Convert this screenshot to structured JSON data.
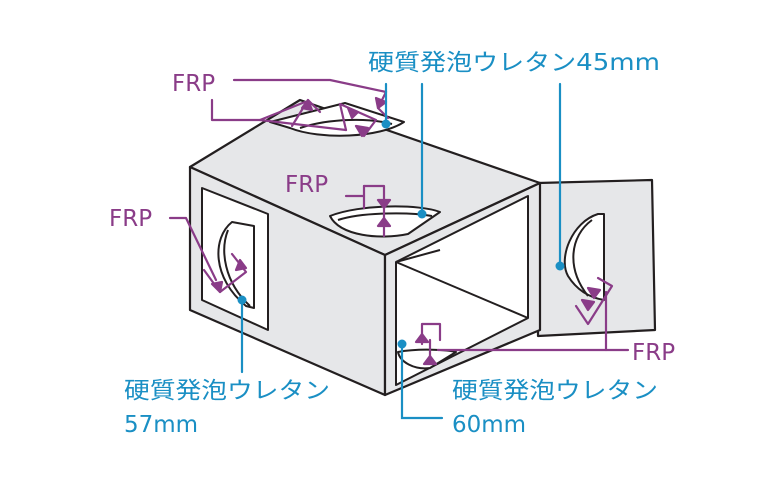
{
  "labels": {
    "frp_top": "FRP",
    "frp_mid": "FRP",
    "frp_left": "FRP",
    "frp_right": "FRP",
    "urethane_45": "硬質発泡ウレタン45mm",
    "urethane_57_line1": "硬質発泡ウレタン",
    "urethane_57_line2": "57mm",
    "urethane_60_line1": "硬質発泡ウレタン",
    "urethane_60_line2": "60mm"
  },
  "colors": {
    "frp": "#8a3c88",
    "urethane": "#1a8fc4",
    "body_fill": "#e6e7e9",
    "outline": "#231f20"
  }
}
